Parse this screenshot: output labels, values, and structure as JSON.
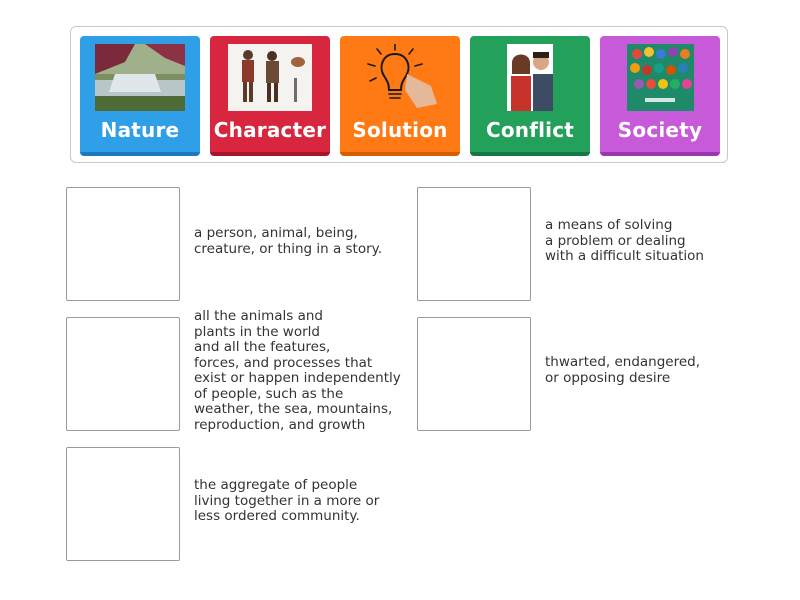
{
  "cards": [
    {
      "label": "Nature",
      "image_icon": "nature-waterfall-image",
      "color": "#2f9fe8",
      "border": "#1f78bd"
    },
    {
      "label": "Character",
      "image_icon": "character-warriors-image",
      "color": "#d7263d",
      "border": "#a6152a"
    },
    {
      "label": "Solution",
      "image_icon": "lightbulb-sketch-image",
      "color": "#ff7a14",
      "border": "#d45d00"
    },
    {
      "label": "Conflict",
      "image_icon": "arguing-couple-image",
      "color": "#23a05a",
      "border": "#137842"
    },
    {
      "label": "Society",
      "image_icon": "diverse-crowd-image",
      "color": "#c65ad8",
      "border": "#9b37ae"
    }
  ],
  "targets": [
    {
      "definition": "a person, animal, being,\ncreature, or thing in a story."
    },
    {
      "definition": "a means of solving\na problem or dealing\nwith a difficult situation"
    },
    {
      "definition": "all the animals and\nplants in the world\nand all the features,\nforces, and processes that\nexist or happen independently\nof people, such as the\nweather, the sea, mountains,\nreproduction, and growth"
    },
    {
      "definition": "thwarted, endangered,\nor opposing desire"
    },
    {
      "definition": "the aggregate of people\nliving together in a more or\nless ordered community."
    }
  ]
}
